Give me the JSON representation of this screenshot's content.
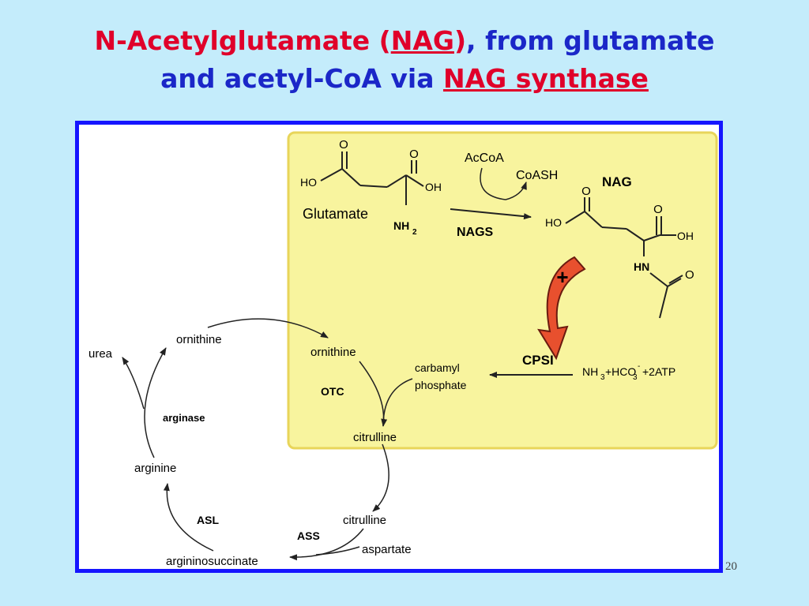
{
  "title": {
    "part1": "N-Acetylglutamate (",
    "nag_link": "NAG",
    "part2": ")",
    "comma": ",",
    "part3": " from glutamate",
    "part4": "and acetyl-CoA via ",
    "enzyme_link": "NAG synthase"
  },
  "diagram": {
    "glutamate": {
      "name": "Glutamate",
      "ho": "HO",
      "oh": "OH",
      "nh": "NH",
      "nh_sub": "2",
      "o_top": "O",
      "o_right": "O"
    },
    "reaction": {
      "accoa": "AcCoA",
      "coash": "CoASH",
      "nags": "NAGS"
    },
    "nag": {
      "name": "NAG",
      "ho": "HO",
      "oh": "OH",
      "hn": "HN",
      "o_top": "O",
      "o_right": "O",
      "o_acetyl": "O"
    },
    "activation": "+",
    "cpsi": "CPSI",
    "substrates": {
      "nh": "NH",
      "sub3": "3",
      "hco": "+HCO",
      "sub3b": "3",
      "sup": "-",
      "atp": "+2ATP"
    },
    "cycle": {
      "ornithine_left": "ornithine",
      "ornithine_right": "ornithine",
      "urea": "urea",
      "arginase": "arginase",
      "otc": "OTC",
      "carbamyl": "carbamyl",
      "phosphate": "phosphate",
      "citrulline_top": "citrulline",
      "arginine": "arginine",
      "asl": "ASL",
      "citrulline_bottom": "citrulline",
      "ass": "ASS",
      "aspartate": "aspartate",
      "argininosuccinate": "argininosuccinate"
    }
  },
  "slide_number": "20",
  "colors": {
    "background": "#c4ecfb",
    "title_red": "#e0002a",
    "title_blue": "#1b27c8",
    "frame_border": "#1515ff",
    "highlight_box": "#f8f49e",
    "activation_arrow": "#e8502e"
  }
}
